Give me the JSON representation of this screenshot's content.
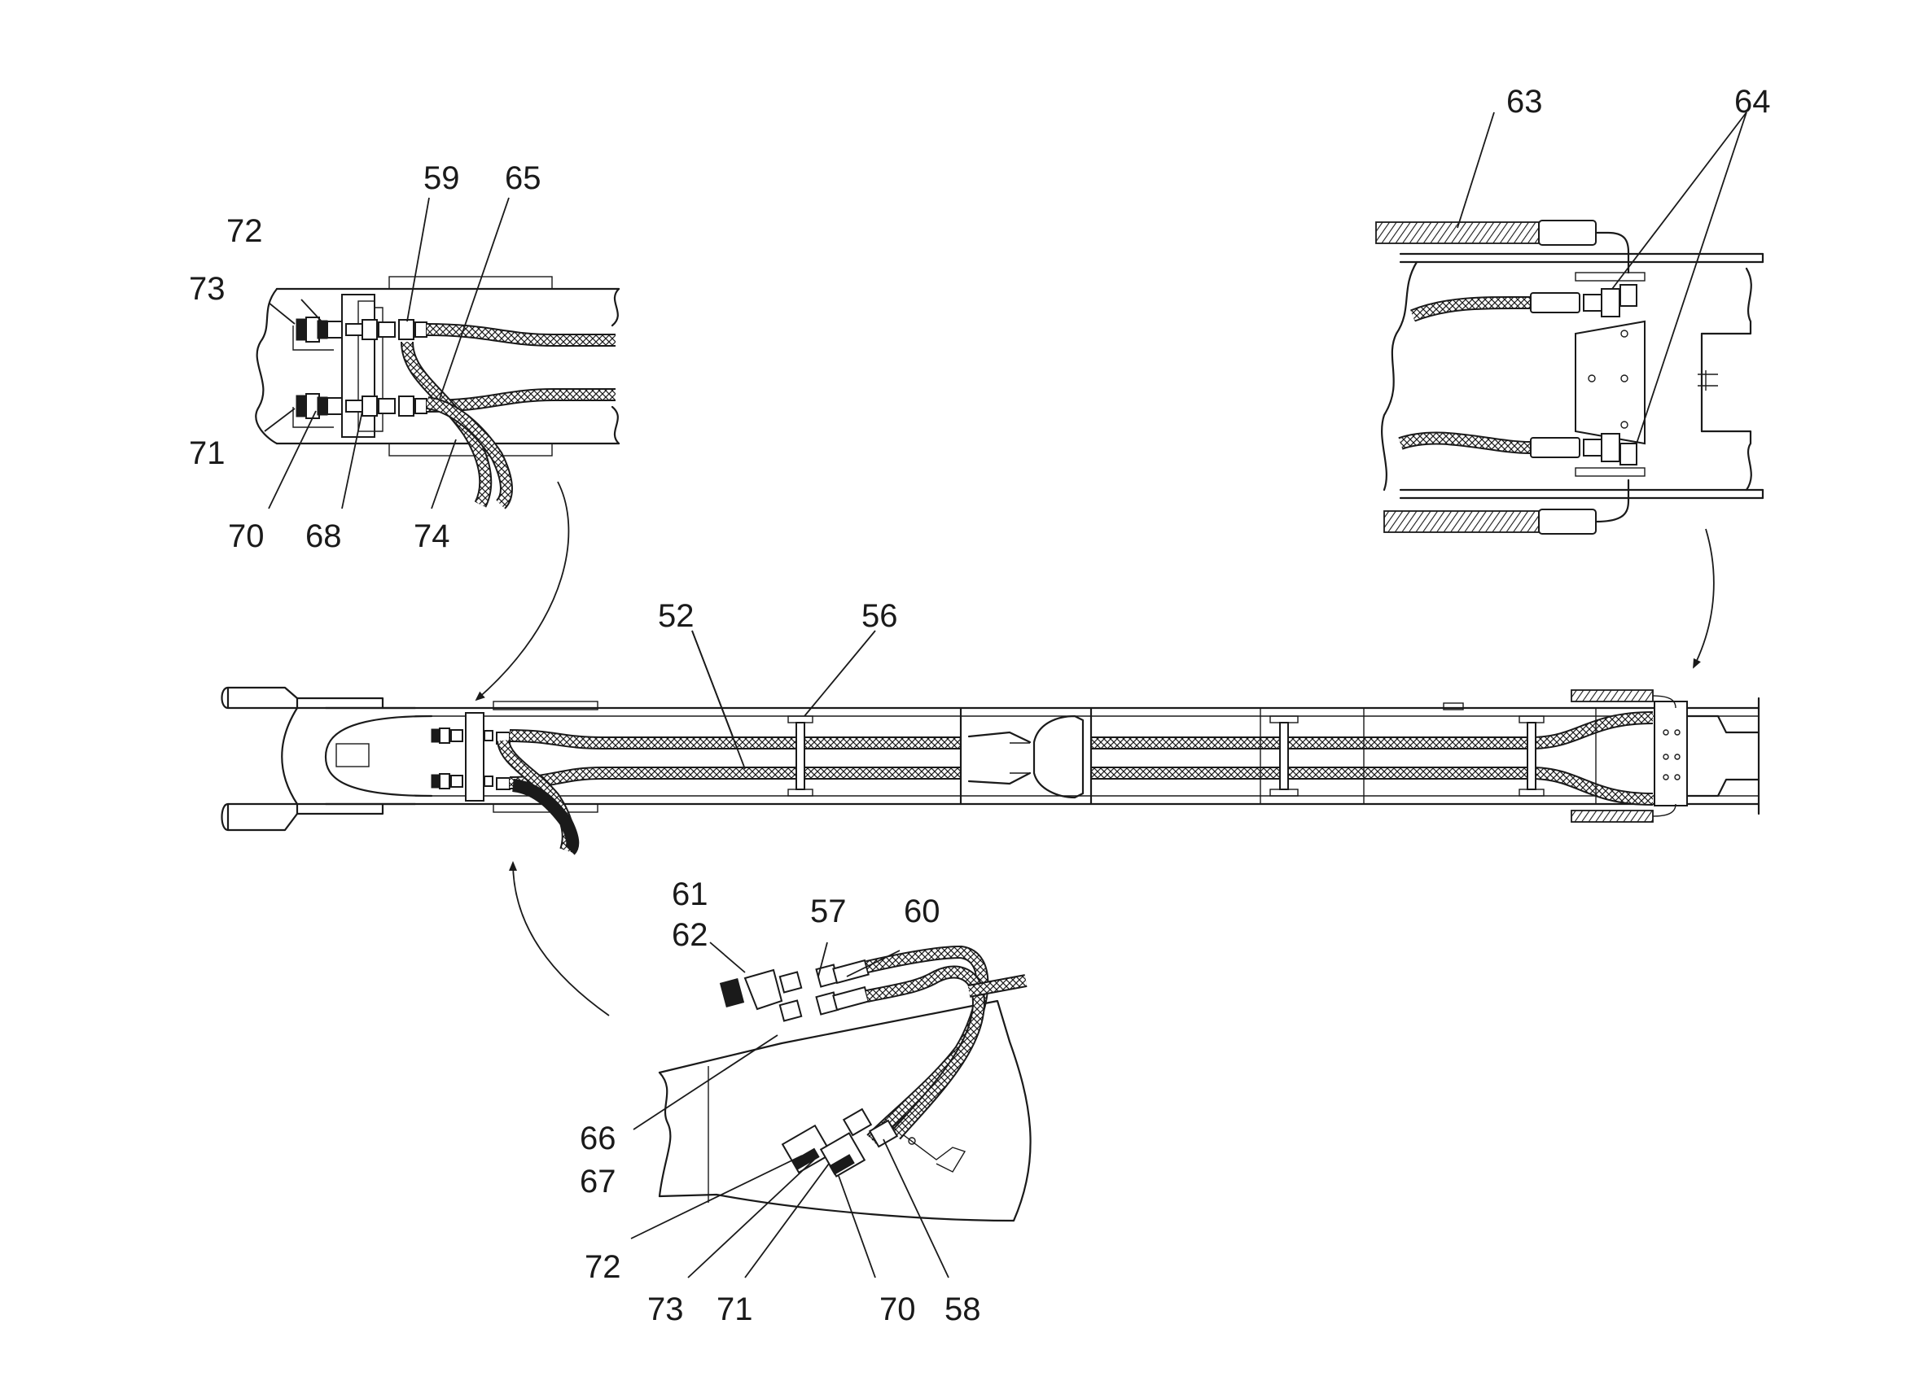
{
  "figure": {
    "reference_numerals": {
      "n52": "52",
      "n56": "56",
      "n57": "57",
      "n58": "58",
      "n59": "59",
      "n60": "60",
      "n61": "61",
      "n62": "62",
      "n63": "63",
      "n64": "64",
      "n65": "65",
      "n66": "66",
      "n67": "67",
      "n68": "68",
      "n70": "70",
      "n71": "71",
      "n72": "72",
      "n73": "73",
      "n74": "74"
    },
    "detail_bottom_numerals": {
      "n70": "70",
      "n71": "71",
      "n72": "72",
      "n73": "73"
    }
  }
}
